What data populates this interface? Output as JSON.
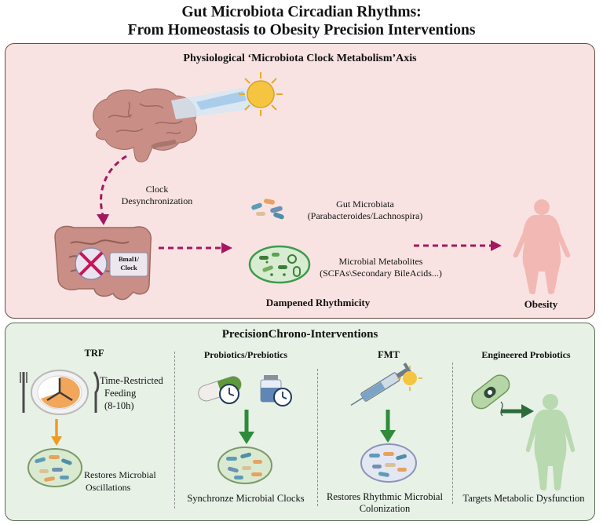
{
  "title": {
    "line1": "Gut Microbiota Circadian Rhythms:",
    "line2": "From Homeostasis to Obesity Precision Interventions"
  },
  "top_panel": {
    "heading": "Physiological ‘Microbiota Clock Metabolism’Axis",
    "clock_label_1": "Clock",
    "clock_label_2": "Desynchronization",
    "gene_label_1": "Bmal1/",
    "gene_label_2": "Clock",
    "microbiota_label_1": "Gut Microbiata",
    "microbiota_label_2": "(Parabacteroides/Lachnospira)",
    "metabolites_label_1": "Microbial Metabolites",
    "metabolites_label_2": "(SCFAs\\Secondary BileAcids...)",
    "dampened": "Dampened Rhythmicity",
    "obesity": "Obesity"
  },
  "bottom_panel": {
    "heading": "PrecisionChrono-Interventions",
    "trf": {
      "title": "TRF",
      "desc_1": "Time-Restricted",
      "desc_2": "Feeding",
      "desc_3": "(8-10h)",
      "result_1": "Restores Microbial",
      "result_2": "Oscillations"
    },
    "probiotics": {
      "title": "Probiotics/Prebiotics",
      "result": "Synchronze Microbial Clocks"
    },
    "fmt": {
      "title": "FMT",
      "result_1": "Restores Rhythmic Microbial",
      "result_2": "Colonization"
    },
    "engineered": {
      "title": "Engineered Probiotics",
      "result": "Targets Metabolic Dysfunction"
    }
  },
  "colors": {
    "top_panel_bg": "#f9e3e2",
    "bottom_panel_bg": "#e7f1e6",
    "dashed_arrow": "#a3185e",
    "green_arrow": "#2e8b3a",
    "orange_arrow": "#f29a1f",
    "brain": "#c98f86",
    "sun": "#f5c542"
  },
  "icons": [
    "brain-icon",
    "sun-icon",
    "intestine-icon",
    "bacteria-cluster-icon",
    "petri-dish-icon",
    "human-body-icon",
    "plate-clock-icon",
    "fork-icon",
    "knife-icon",
    "pill-capsule-icon",
    "vial-icon",
    "clock-icon",
    "syringe-icon",
    "bacterium-icon"
  ]
}
